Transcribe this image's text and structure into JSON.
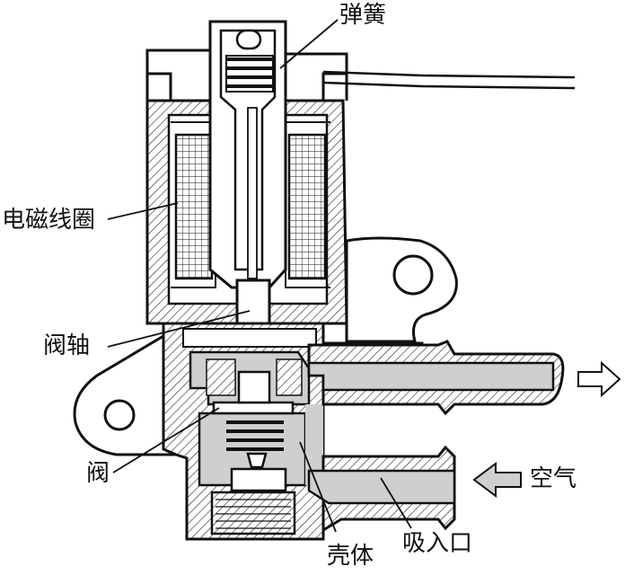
{
  "labels": {
    "spring": "弹簧",
    "coil": "电磁线圈",
    "stem": "阀轴",
    "valve": "阀",
    "housing": "壳体",
    "inlet": "吸入口",
    "air": "空气"
  },
  "colors": {
    "line": "#111111",
    "passage": "#cfcfcf",
    "background": "#ffffff"
  }
}
